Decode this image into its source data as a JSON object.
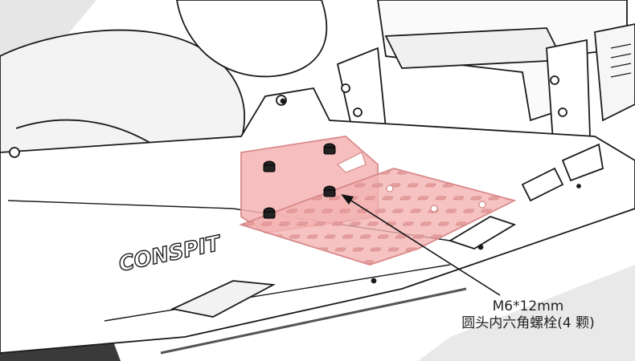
{
  "brand": {
    "logo_text": "CONSPIT"
  },
  "annotation": {
    "line1": "M6*12mm",
    "line2": "圆头内六角螺栓(4 颗)"
  },
  "colors": {
    "highlight_fill": "#f4b3b3",
    "highlight_stroke": "#d98a8a",
    "outline": "#1a1a1a",
    "shadow": "#3c3c3c"
  }
}
